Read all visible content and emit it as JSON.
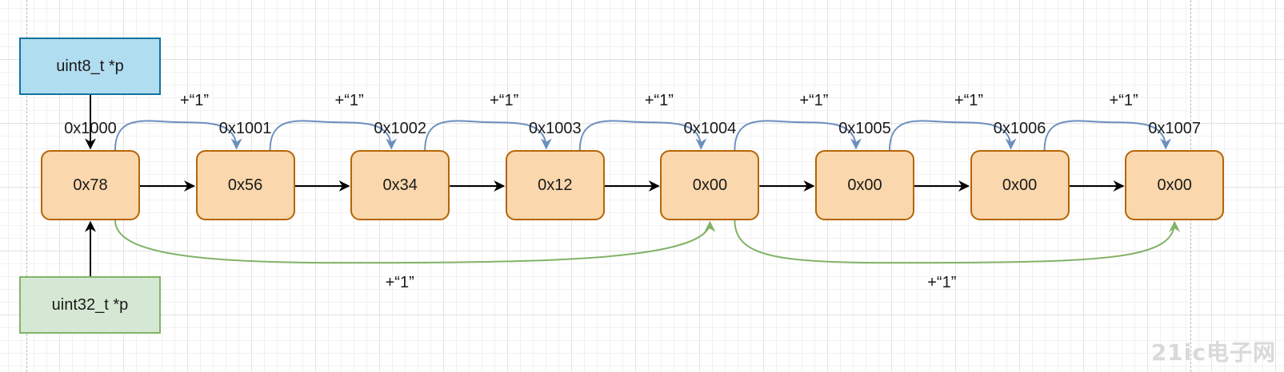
{
  "pointers": {
    "uint8": {
      "label": "uint8_t *p"
    },
    "uint32": {
      "label": "uint32_t *p"
    }
  },
  "cells": [
    {
      "value": "0x78",
      "address": "0x1000"
    },
    {
      "value": "0x56",
      "address": "0x1001"
    },
    {
      "value": "0x34",
      "address": "0x1002"
    },
    {
      "value": "0x12",
      "address": "0x1003"
    },
    {
      "value": "0x00",
      "address": "0x1004"
    },
    {
      "value": "0x00",
      "address": "0x1005"
    },
    {
      "value": "0x00",
      "address": "0x1006"
    },
    {
      "value": "0x00",
      "address": "0x1007"
    }
  ],
  "byte_steps": [
    "+“1”",
    "+“1”",
    "+“1”",
    "+“1”",
    "+“1”",
    "+“1”",
    "+“1”"
  ],
  "word_steps": [
    "+“1”",
    "+“1”"
  ],
  "colors": {
    "byte_arrow": "#6c8ebf",
    "word_arrow": "#82b366",
    "cell_fill": "#fad7ac",
    "cell_stroke": "#b46504",
    "uint8_fill": "#b1ddf0",
    "uint8_stroke": "#10739e",
    "uint32_fill": "#d5e8d4",
    "uint32_stroke": "#82b366"
  },
  "watermark": "21ic电子网"
}
